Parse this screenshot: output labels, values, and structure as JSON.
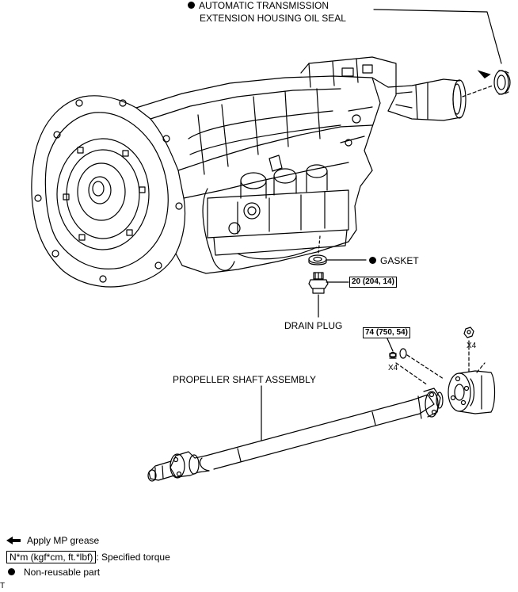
{
  "callouts": {
    "oil_seal_line1": "AUTOMATIC TRANSMISSION",
    "oil_seal_line2": "EXTENSION HOUSING OIL SEAL",
    "gasket": "GASKET",
    "drain_plug": "DRAIN PLUG",
    "propeller_shaft": "PROPELLER SHAFT ASSEMBLY",
    "torque_drain_plug": "20 (204, 14)",
    "torque_flange_bolt": "74 (750, 54)",
    "qty_bolts": "X4",
    "qty_nuts": "X4"
  },
  "legend": {
    "grease": "Apply MP grease",
    "torque_box": "N*m (kgf*cm, ft.*lbf)",
    "torque_text": ": Specified torque",
    "non_reusable": "Non-reusable part"
  },
  "corner_mark": "T",
  "colors": {
    "line": "#000000",
    "background": "#ffffff"
  },
  "icons": {
    "non_reusable": "filled-circle-icon",
    "grease": "left-arrow-icon"
  }
}
